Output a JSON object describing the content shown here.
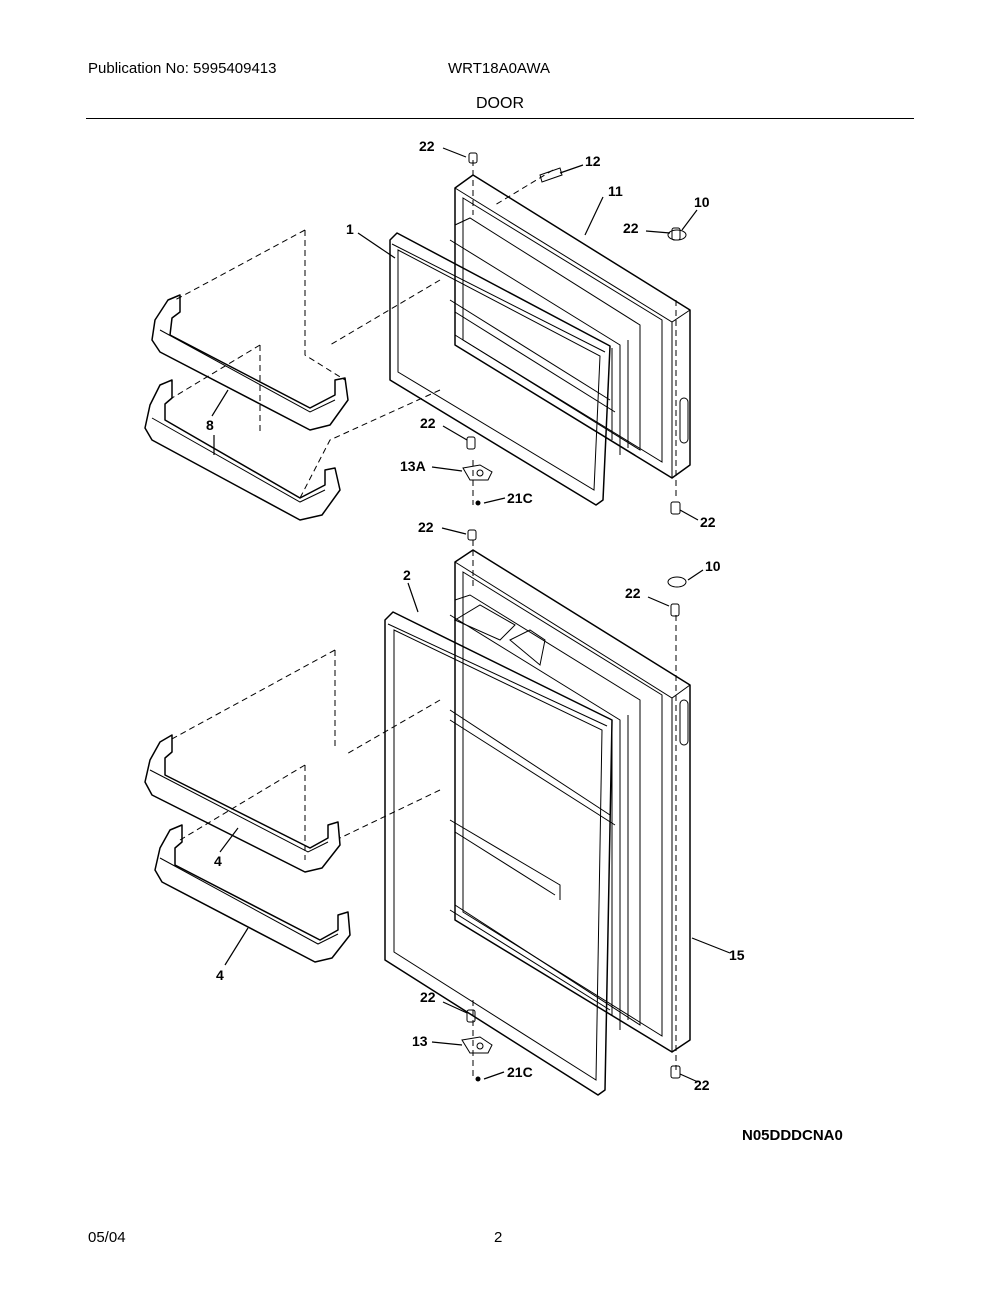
{
  "header": {
    "publication": "Publication No: 5995409413",
    "model": "WRT18A0AWA",
    "section_title": "DOOR"
  },
  "footer": {
    "date": "05/04",
    "page_number": "2"
  },
  "diagram_code": "N05DDDCNA0",
  "callouts": {
    "c22_top": "22",
    "c12": "12",
    "c11": "11",
    "c10_upper": "10",
    "c22_upper_right": "22",
    "c1": "1",
    "c8": "8",
    "c22_upper_hinge": "22",
    "c13A": "13A",
    "c21C_upper": "21C",
    "c22_upper_bottom": "22",
    "c22_mid": "22",
    "c10_lower": "10",
    "c22_lower_right": "22",
    "c2": "2",
    "c4_upper": "4",
    "c4_lower": "4",
    "c15": "15",
    "c22_lower_hinge": "22",
    "c13": "13",
    "c21C_lower": "21C",
    "c22_lower_bottom": "22"
  }
}
